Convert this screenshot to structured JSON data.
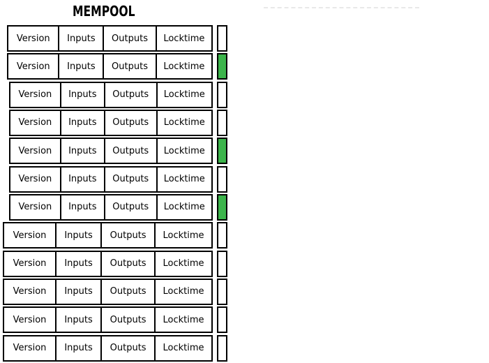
{
  "title": "MEMPOOL",
  "colors": {
    "highlighted": "#3cb44b",
    "unhighlighted": "#ffffff",
    "box_border": "#000000",
    "dashed_line": "#e8e8e8"
  },
  "mempool": {
    "transaction_fields": [
      "Version",
      "Inputs",
      "Outputs",
      "Locktime"
    ],
    "transactions": [
      {
        "highlighted": false
      },
      {
        "highlighted": true
      },
      {
        "highlighted": false
      },
      {
        "highlighted": false
      },
      {
        "highlighted": true
      },
      {
        "highlighted": false
      },
      {
        "highlighted": true
      },
      {
        "highlighted": false
      },
      {
        "highlighted": false
      },
      {
        "highlighted": false
      },
      {
        "highlighted": false
      },
      {
        "highlighted": false
      }
    ]
  }
}
